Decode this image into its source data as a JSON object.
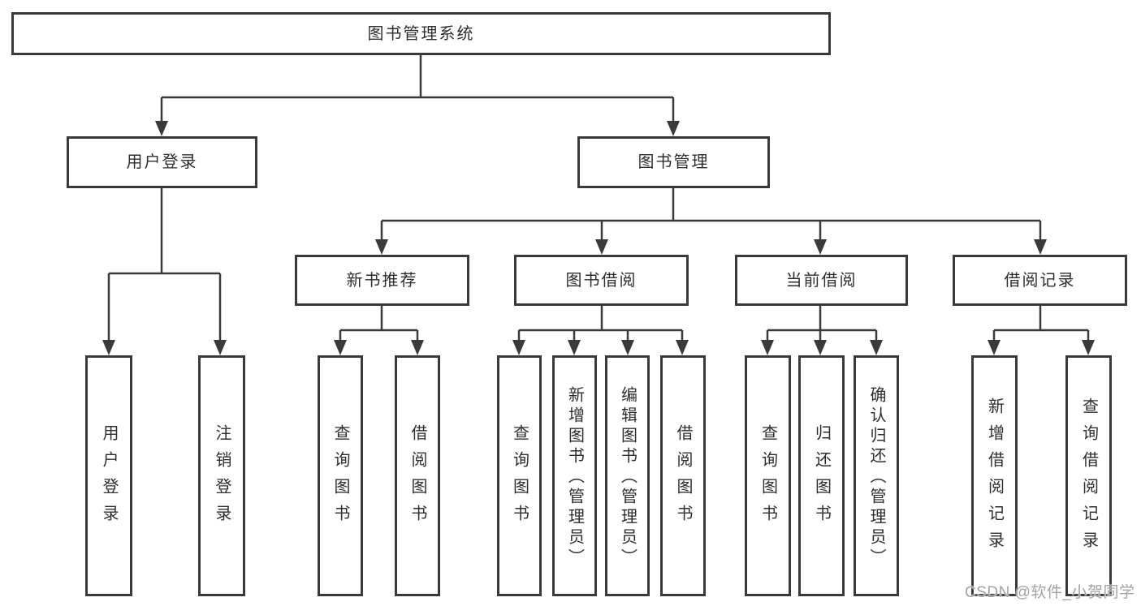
{
  "diagram": {
    "type": "hierarchy-tree",
    "colors": {
      "line": "#3a3a3a",
      "text": "#2e2e2e",
      "background": "#ffffff",
      "watermark": "#a3a3a3"
    },
    "tree": {
      "label": "图书管理系统",
      "children": [
        {
          "label": "用户登录",
          "children": [
            {
              "label": "用户登录"
            },
            {
              "label": "注销登录"
            }
          ]
        },
        {
          "label": "图书管理",
          "children": [
            {
              "label": "新书推荐",
              "children": [
                {
                  "label": "查询图书"
                },
                {
                  "label": "借阅图书"
                }
              ]
            },
            {
              "label": "图书借阅",
              "children": [
                {
                  "label": "查询图书"
                },
                {
                  "label": "新增图书（管理员）"
                },
                {
                  "label": "编辑图书（管理员）"
                },
                {
                  "label": "借阅图书"
                }
              ]
            },
            {
              "label": "当前借阅",
              "children": [
                {
                  "label": "查询图书"
                },
                {
                  "label": "归还图书"
                },
                {
                  "label": "确认归还（管理员）"
                }
              ]
            },
            {
              "label": "借阅记录",
              "children": [
                {
                  "label": "新增借阅记录"
                },
                {
                  "label": "查询借阅记录"
                }
              ]
            }
          ]
        }
      ]
    },
    "watermark": {
      "text": "CSDN @软件_小贺同学"
    }
  }
}
